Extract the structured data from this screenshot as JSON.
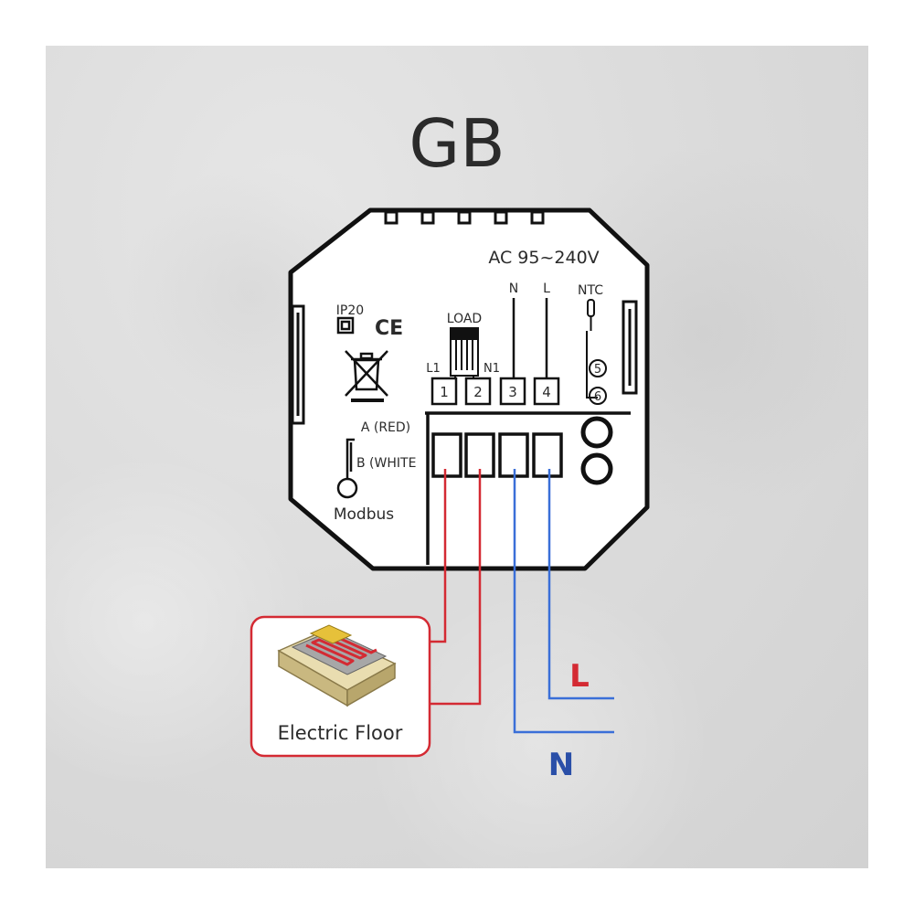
{
  "title": "GB",
  "device": {
    "voltage": "AC 95~240V",
    "ip_rating": "IP20",
    "ce_mark": "CE",
    "load_label": "LOAD",
    "l1_label": "L1",
    "n1_label": "N1",
    "n_label": "N",
    "l_label": "L",
    "ntc_label": "NTC",
    "terminals": [
      "1",
      "2",
      "3",
      "4"
    ],
    "sensor_terminals": [
      "5",
      "6"
    ],
    "a_label": "A (RED)",
    "b_label": "B (WHITE",
    "modbus_label": "Modbus"
  },
  "floor_heater": {
    "label": "Electric Floor"
  },
  "supply": {
    "l": "L",
    "n": "N"
  },
  "colors": {
    "red_wire": "#d42a33",
    "blue_wire": "#3a6fd8",
    "label_l": "#d42a33",
    "label_n": "#2a4fa8",
    "outline": "#111111"
  }
}
